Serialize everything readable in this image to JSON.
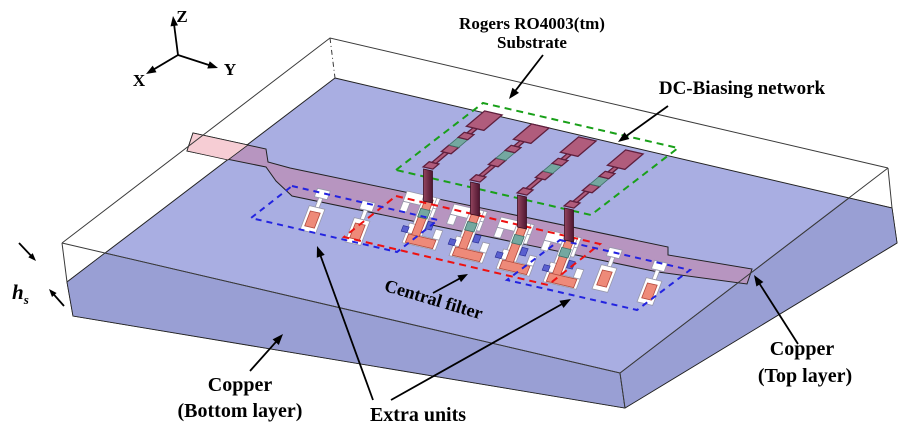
{
  "figure": {
    "labels": {
      "rogers1": "Rogers RO4003(tm)",
      "rogers2": "Substrate",
      "dc_biasing": "DC-Biasing network",
      "central_filter": "Central filter",
      "copper_bottom1": "Copper",
      "copper_bottom2": "(Bottom layer)",
      "extra_units": "Extra units",
      "copper_top1": "Copper",
      "copper_top2": "(Top layer)",
      "hs_symbol": "h",
      "hs_sub": "s",
      "axis_x": "X",
      "axis_y": "Y",
      "axis_z": "Z"
    },
    "colors": {
      "background": "#ffffff",
      "copper": "#a9aee2",
      "copper_side": "#999fd4",
      "substrate_edge": "#3a3a3a",
      "feed_line": "#b795c0",
      "feed_line_light": "#f6cdd4",
      "bias_body": "#b05c7c",
      "bias_outline": "#5f1f3d",
      "via_dark": "#4e1530",
      "via_light": "#93455e",
      "component_teal": "#74a8a0",
      "patch_salmon": "#ee8a79",
      "patch_blue": "#5a60cf",
      "slot_white": "#ffffff",
      "dc_box": "#19a019",
      "central_box": "#ee1111",
      "extra_box": "#2323e0",
      "text": "#000000"
    }
  }
}
